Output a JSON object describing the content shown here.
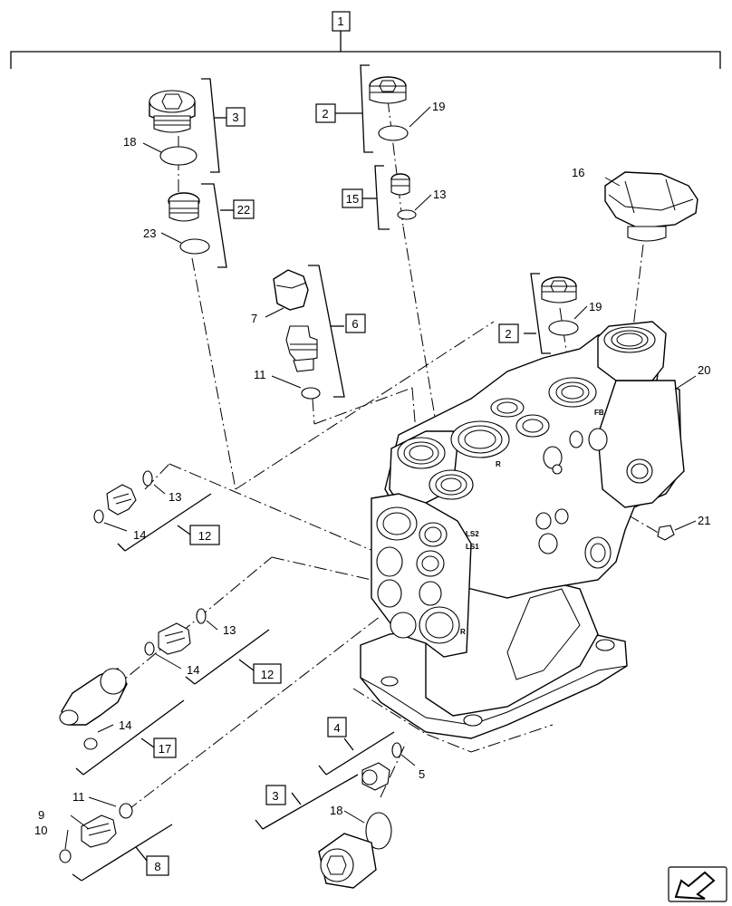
{
  "diagram": {
    "boxed_callouts": {
      "c1": "1",
      "c2a": "2",
      "c2b": "2",
      "c3a": "3",
      "c3b": "3",
      "c4": "4",
      "c6": "6",
      "c8": "8",
      "c12a": "12",
      "c12b": "12",
      "c15": "15",
      "c17": "17",
      "c22": "22"
    },
    "callouts": {
      "c5": "5",
      "c7": "7",
      "c9": "9",
      "c10": "10",
      "c11a": "11",
      "c11b": "11",
      "c13a": "13",
      "c13b": "13",
      "c13c": "13",
      "c14a": "14",
      "c14b": "14",
      "c14c": "14",
      "c16": "16",
      "c18a": "18",
      "c18b": "18",
      "c19a": "19",
      "c19b": "19",
      "c20": "20",
      "c21": "21",
      "c23": "23"
    },
    "body_markings": {
      "m1": "R",
      "m2": "FB",
      "m3": "LS2",
      "m4": "LS1",
      "m5": "R"
    }
  }
}
